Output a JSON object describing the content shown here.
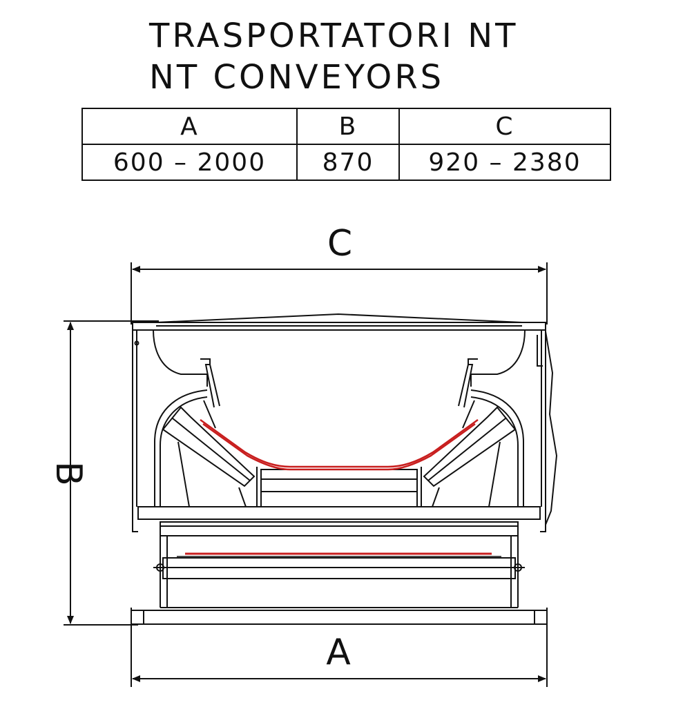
{
  "title": {
    "italian": "TRASPORTATORI NT",
    "english": "NT CONVEYORS"
  },
  "table": {
    "headers": [
      "A",
      "B",
      "C"
    ],
    "values": [
      "600 – 2000",
      "870",
      "920 – 2380"
    ]
  },
  "dimension_labels": {
    "a": "A",
    "b": "B",
    "c": "C"
  },
  "colors": {
    "line": "#111111",
    "belt": "#c81e1e"
  }
}
